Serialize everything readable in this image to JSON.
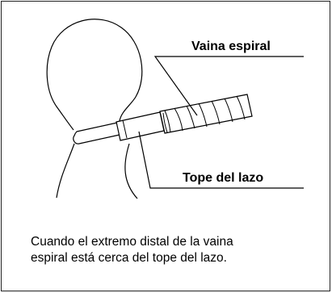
{
  "labels": {
    "spiral_sheath": "Vaina espiral",
    "loop_stopper": "Tope del lazo"
  },
  "caption": {
    "line1": "Cuando el extremo distal de la vaina",
    "line2": "espiral está cerca del tope del lazo."
  },
  "colors": {
    "stroke": "#000000",
    "frame": "#222222"
  }
}
